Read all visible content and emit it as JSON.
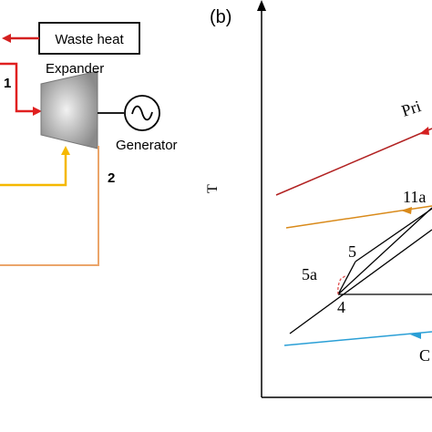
{
  "left_panel": {
    "waste_heat_label": "Waste heat",
    "expander_label": "Expander",
    "generator_label": "Generator",
    "state_1_label": "1",
    "state_2_label": "2"
  },
  "right_panel": {
    "panel_label": "(b)",
    "y_axis_label": "T",
    "primary_stream_label": "Pri",
    "point_5_label": "5",
    "point_5a_label": "5a",
    "point_4_label": "4",
    "point_11a_label": "11a",
    "cold_stream_label": "C"
  },
  "colors": {
    "heat_source_red": "#d42020",
    "turbine_inlet_red": "#e02020",
    "expander_exit_yellow": "#f5b800",
    "recuperator_orange": "#eba56a",
    "primary_line_red": "#b22222",
    "mid_line_orange": "#d98a1a",
    "cold_line_blue": "#2a9fd6",
    "axis_black": "#000000",
    "dashed_red": "#e05050"
  }
}
